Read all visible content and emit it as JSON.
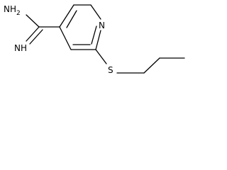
{
  "molecule": {
    "atoms": {
      "amine": "NH",
      "amine_subscript": "2",
      "imine": "NH",
      "ring_nitrogen": "N",
      "sulfur": "S"
    }
  },
  "colors": {
    "bond": "#000000",
    "label": "#000000",
    "background": "#ffffff"
  }
}
